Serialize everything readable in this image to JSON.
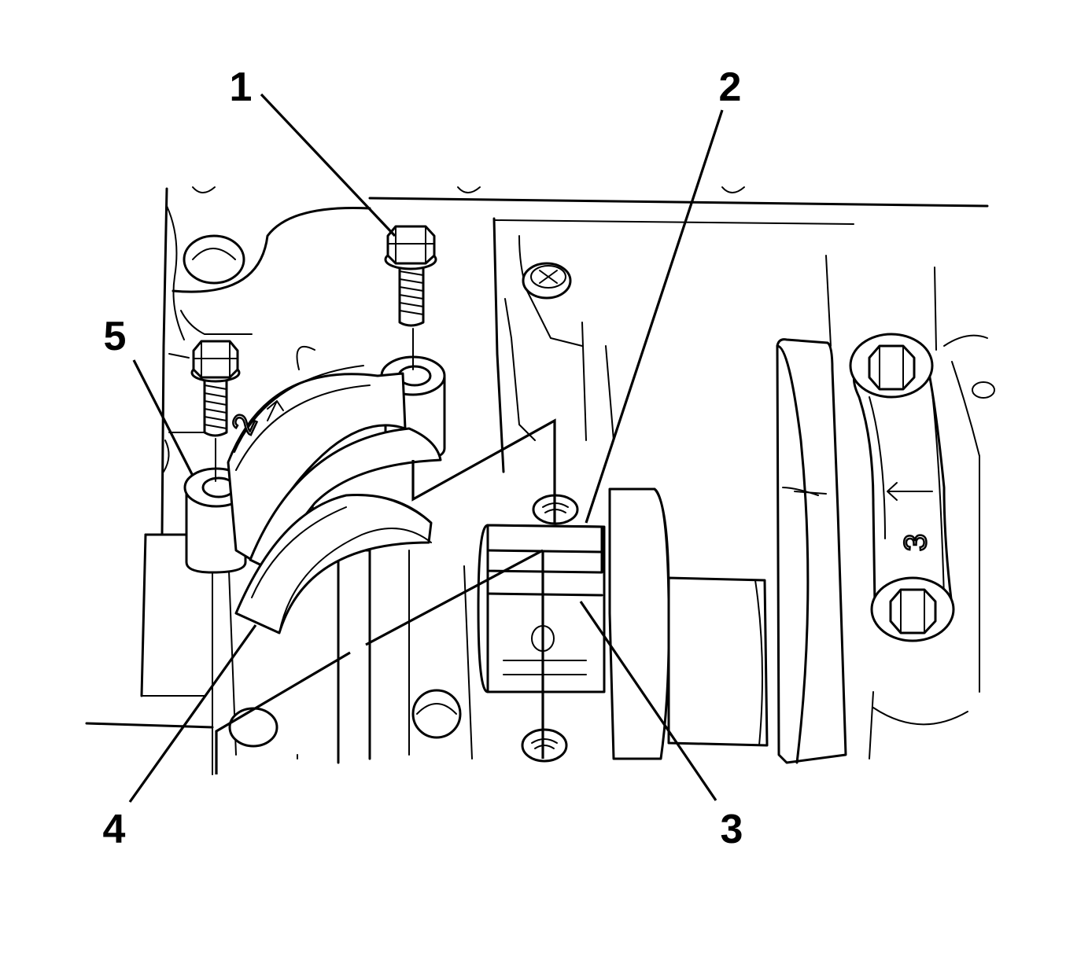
{
  "callouts": [
    {
      "id": "1",
      "label": "1"
    },
    {
      "id": "2",
      "label": "2"
    },
    {
      "id": "3",
      "label": "3"
    },
    {
      "id": "4",
      "label": "4"
    },
    {
      "id": "5",
      "label": "5"
    }
  ],
  "cap_marks": {
    "cap_2": "2",
    "cap_3": "3"
  },
  "icons": [
    "bolt-icon",
    "arrow-icon"
  ]
}
